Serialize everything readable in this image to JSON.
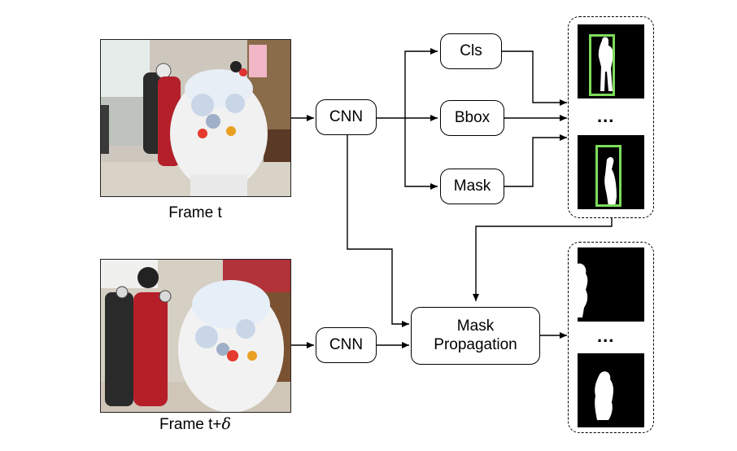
{
  "frames": {
    "top_label": "Frame t",
    "bottom_label_prefix": "Frame t+",
    "bottom_label_symbol": "δ"
  },
  "nodes": {
    "cnn_top": "CNN",
    "cnn_bottom": "CNN",
    "cls": "Cls",
    "bbox": "Bbox",
    "mask": "Mask",
    "mask_propagation_line1": "Mask",
    "mask_propagation_line2": "Propagation"
  },
  "outputs": {
    "top_ellipsis": "...",
    "bottom_ellipsis": "..."
  },
  "colors": {
    "bbox_green": "#7ddc5a",
    "mask_black": "#000000",
    "line": "#000000"
  }
}
